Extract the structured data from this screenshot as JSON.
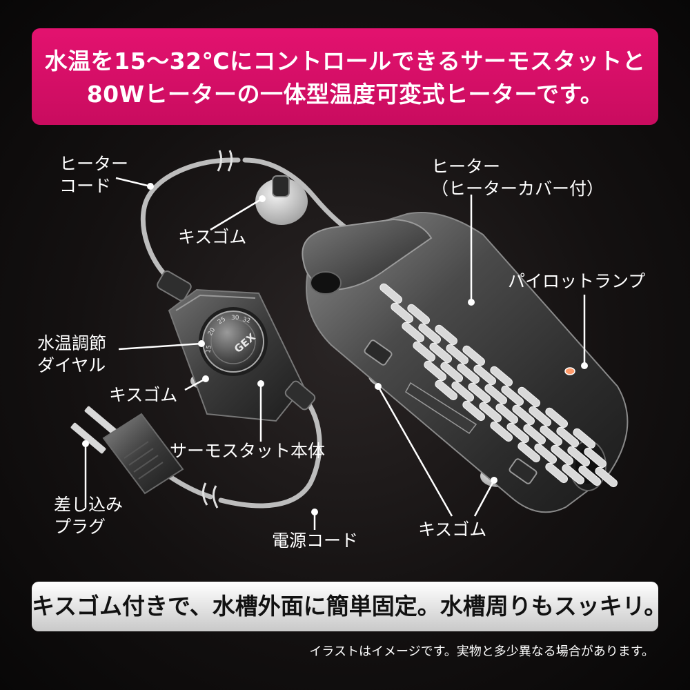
{
  "banner_top": {
    "line1": "水温を15〜32℃にコントロールできるサーモスタットと",
    "line2": "80Wヒーターの一体型温度可変式ヒーターです。",
    "color": "#d80f67"
  },
  "labels": {
    "heater_cord": [
      "ヒーター",
      "コード"
    ],
    "suction_cup_top": "キスゴム",
    "heater": [
      "ヒーター",
      "（ヒーターカバー付）"
    ],
    "pilot_lamp": "パイロットランプ",
    "dial": [
      "水温調節",
      "ダイヤル"
    ],
    "suction_cup_thermostat": "キスゴム",
    "thermostat_body": "サーモスタット本体",
    "plug": [
      "差し込み",
      "プラグ"
    ],
    "power_cord": "電源コード",
    "suction_cup_heater": "キスゴム"
  },
  "dial": {
    "brand": "GEX",
    "scale": [
      "15",
      "20",
      "25",
      "30",
      "32"
    ]
  },
  "banner_bottom": {
    "text": "キスゴム付きで、水槽外面に簡単固定。水槽周りもスッキリ。"
  },
  "note": "イラストはイメージです。実物と多少異なる場合があります。"
}
